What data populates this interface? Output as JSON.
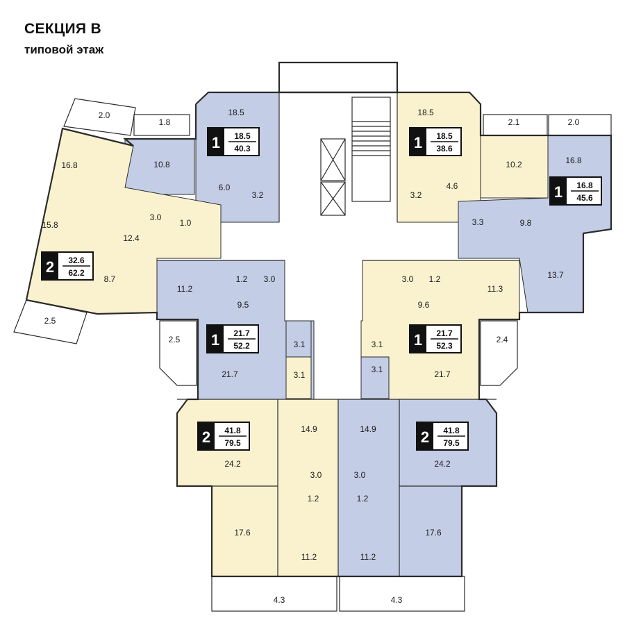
{
  "header": {
    "section_title": "СЕКЦИЯ В",
    "floor_subtitle": "типовой этаж"
  },
  "colors": {
    "blue_apartment": "#c3cde6",
    "yellow_apartment": "#faf2cf",
    "common_area": "#ffffff",
    "wall": "#2b2b2b",
    "badge_dark": "#111111"
  },
  "apartments": [
    {
      "rooms": "1",
      "living": "18.5",
      "total": "40.3",
      "color": "blue"
    },
    {
      "rooms": "1",
      "living": "18.5",
      "total": "38.6",
      "color": "yellow"
    },
    {
      "rooms": "1",
      "living": "16.8",
      "total": "45.6",
      "color": "blue"
    },
    {
      "rooms": "2",
      "living": "32.6",
      "total": "62.2",
      "color": "yellow"
    },
    {
      "rooms": "1",
      "living": "21.7",
      "total": "52.2",
      "color": "blue"
    },
    {
      "rooms": "1",
      "living": "21.7",
      "total": "52.3",
      "color": "yellow"
    },
    {
      "rooms": "2",
      "living": "41.8",
      "total": "79.5",
      "color": "yellow"
    },
    {
      "rooms": "2",
      "living": "41.8",
      "total": "79.5",
      "color": "blue"
    }
  ],
  "room_areas": [
    "2.0",
    "1.8",
    "18.5",
    "18.5",
    "2.1",
    "2.0",
    "16.8",
    "10.8",
    "10.2",
    "16.8",
    "6.0",
    "3.2",
    "3.2",
    "4.6",
    "15.8",
    "3.0",
    "1.0",
    "12.4",
    "3.3",
    "9.8",
    "8.7",
    "1.2",
    "3.0",
    "11.2",
    "3.0",
    "1.2",
    "11.3",
    "13.7",
    "9.5",
    "9.6",
    "2.5",
    "2.5",
    "3.1",
    "3.1",
    "2.4",
    "21.7",
    "3.1",
    "3.1",
    "21.7",
    "14.9",
    "14.9",
    "24.2",
    "24.2",
    "3.0",
    "3.0",
    "1.2",
    "1.2",
    "17.6",
    "17.6",
    "11.2",
    "11.2",
    "4.3",
    "4.3"
  ]
}
